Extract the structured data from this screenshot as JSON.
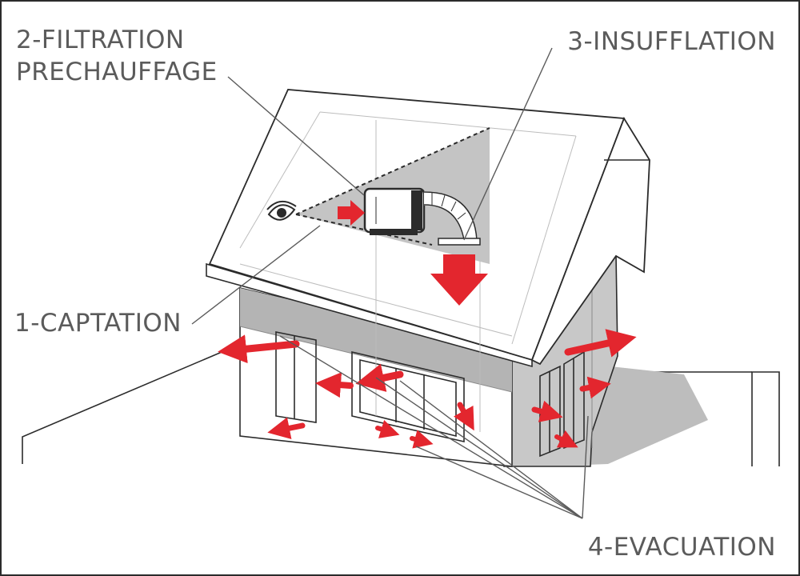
{
  "labels": {
    "filtration_line1": "2-FILTRATION",
    "filtration_line2": "PRECHAUFFAGE",
    "insufflation": "3-INSUFFLATION",
    "captation": "1-CAPTATION",
    "evacuation": "4-EVACUATION"
  },
  "colors": {
    "arrow_red": "#e3262e",
    "label_gray": "#5b5b5b",
    "wall_gray": "#c8c8c8",
    "band_gray": "#b4b4b4",
    "shadow_gray": "#bdbdbd",
    "outline": "#2b2b2b"
  },
  "icons": {
    "eye": "eye-icon",
    "ventilation_unit": "ventilation-unit-icon",
    "duct": "duct-elbow-icon"
  }
}
